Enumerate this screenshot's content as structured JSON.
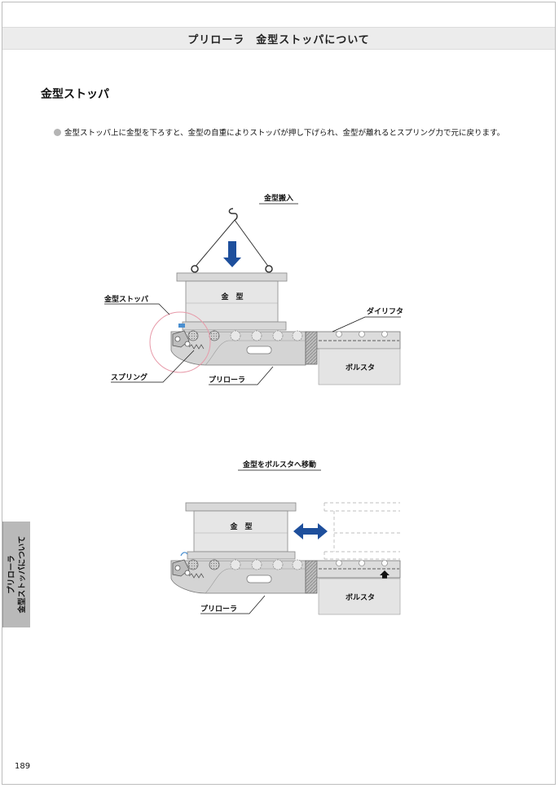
{
  "header": {
    "title": "プリローラ　金型ストッパについて"
  },
  "section": {
    "title": "金型ストッパ"
  },
  "description": {
    "text": "金型ストッパ上に金型を下ろすと、金型の自重によりストッパが押し下げられ、金型が離れるとスプリング力で元に戻ります。"
  },
  "diagram1": {
    "caption": "金型搬入",
    "die_label": "金　型",
    "stopper_label": "金型ストッパ",
    "die_lifter_label": "ダイリフタ",
    "spring_label": "スプリング",
    "preroller_label": "プリローラ",
    "bolster_label": "ボルスタ"
  },
  "diagram2": {
    "caption": "金型をボルスタへ移動",
    "die_label": "金　型",
    "preroller_label": "プリローラ",
    "bolster_label": "ボルスタ"
  },
  "side_tab": {
    "line1": "プリローラ",
    "line2": "金型ストッパについて"
  },
  "page_number": "189",
  "colors": {
    "arrow_blue": "#1e4f9c",
    "stopper_circle": "#e79aa9",
    "header_bg": "#ececec",
    "tab_bg": "#b9b9b9"
  }
}
